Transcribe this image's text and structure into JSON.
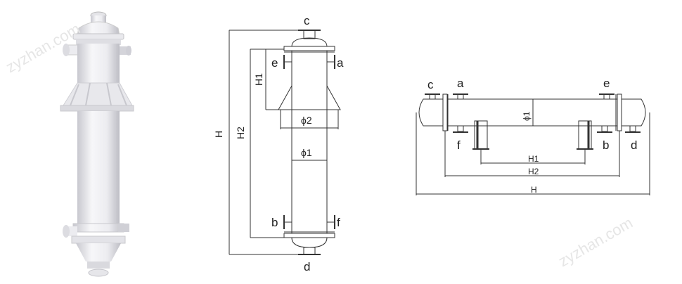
{
  "watermark": "zyzhan.com",
  "vertical_drawing": {
    "labels": {
      "c": "c",
      "a": "a",
      "e": "e",
      "b": "b",
      "f": "f",
      "d": "d"
    },
    "dimensions": {
      "H": "H",
      "H1": "H1",
      "H2": "H2",
      "phi1": "ϕ1",
      "phi2": "ϕ2"
    }
  },
  "horizontal_drawing": {
    "labels": {
      "c": "c",
      "a": "a",
      "e": "e",
      "f": "f",
      "b": "b",
      "d": "d"
    },
    "dimensions": {
      "H": "H",
      "H1": "H1",
      "H2": "H2",
      "phi1": "ϕ1"
    }
  },
  "colors": {
    "line": "#333333",
    "body": "#f2f2f4",
    "shadow": "#c9c9cf"
  }
}
